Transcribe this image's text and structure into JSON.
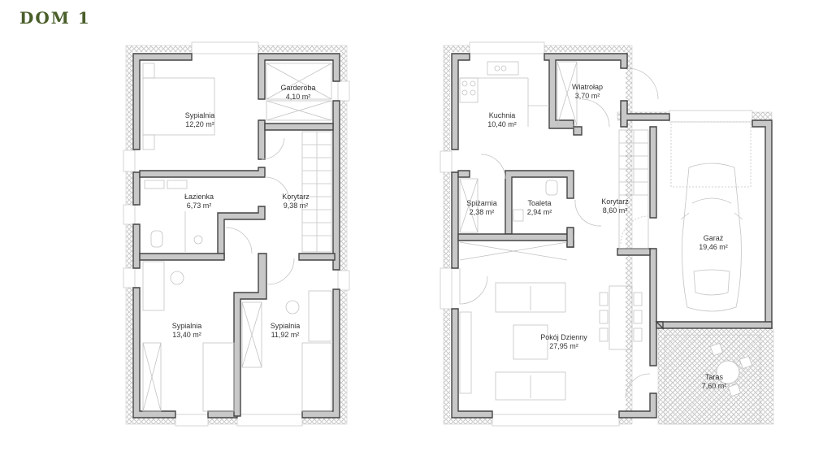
{
  "title": "DOM 1",
  "colors": {
    "title": "#4a5e2a",
    "wall_fill": "#c8c8c8",
    "wall_stroke": "#444444",
    "insulation": "#bbbbbb",
    "furniture": "#bfbfbf"
  },
  "floors": [
    {
      "name": "upper-floor",
      "rooms": [
        {
          "name": "Sypialnia",
          "area": "12,20 m²"
        },
        {
          "name": "Garderoba",
          "area": "4,10 m²"
        },
        {
          "name": "Łazienka",
          "area": "6,73 m²"
        },
        {
          "name": "Korytarz",
          "area": "9,38 m²"
        },
        {
          "name": "Sypialnia",
          "area": "13,40 m²"
        },
        {
          "name": "Sypialnia",
          "area": "11,92 m²"
        }
      ]
    },
    {
      "name": "ground-floor",
      "rooms": [
        {
          "name": "Kuchnia",
          "area": "10,40 m²"
        },
        {
          "name": "Wiatrołap",
          "area": "3,70 m²"
        },
        {
          "name": "Spiżarnia",
          "area": "2,38 m²"
        },
        {
          "name": "Toaleta",
          "area": "2,94 m²"
        },
        {
          "name": "Korytarz",
          "area": "8,60 m²"
        },
        {
          "name": "Garaż",
          "area": "19,46 m²"
        },
        {
          "name": "Pokój Dzienny",
          "area": "27,95 m²"
        },
        {
          "name": "Taras",
          "area": "7,60 m²"
        }
      ]
    }
  ]
}
